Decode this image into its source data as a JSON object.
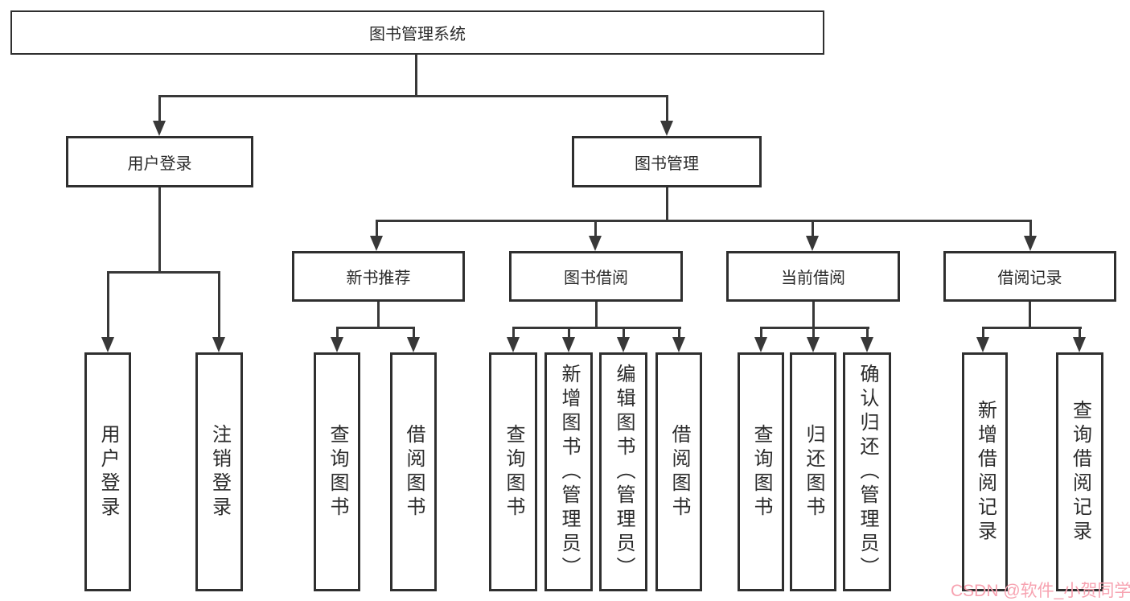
{
  "colors": {
    "line": "#383838",
    "box_border": "#2f2f2f",
    "text": "#2b2b2b",
    "watermark": "#f7a3b1",
    "background": "#ffffff"
  },
  "diagram": {
    "root": {
      "label": "图书管理系统"
    },
    "level2": [
      {
        "label": "用户登录"
      },
      {
        "label": "图书管理"
      }
    ],
    "level3": [
      {
        "label": "新书推荐"
      },
      {
        "label": "图书借阅"
      },
      {
        "label": "当前借阅"
      },
      {
        "label": "借阅记录"
      }
    ],
    "leaves": [
      {
        "label": "用户登录"
      },
      {
        "label": "注销登录"
      },
      {
        "label": "查询图书"
      },
      {
        "label": "借阅图书"
      },
      {
        "label": "查询图书"
      },
      {
        "label": "新增图书（管理员）"
      },
      {
        "label": "编辑图书（管理员）"
      },
      {
        "label": "借阅图书"
      },
      {
        "label": "查询图书"
      },
      {
        "label": "归还图书"
      },
      {
        "label": "确认归还（管理员）"
      },
      {
        "label": "新增借阅记录"
      },
      {
        "label": "查询借阅记录"
      }
    ]
  },
  "watermark": {
    "text": "CSDN @软件_小贺同学"
  }
}
